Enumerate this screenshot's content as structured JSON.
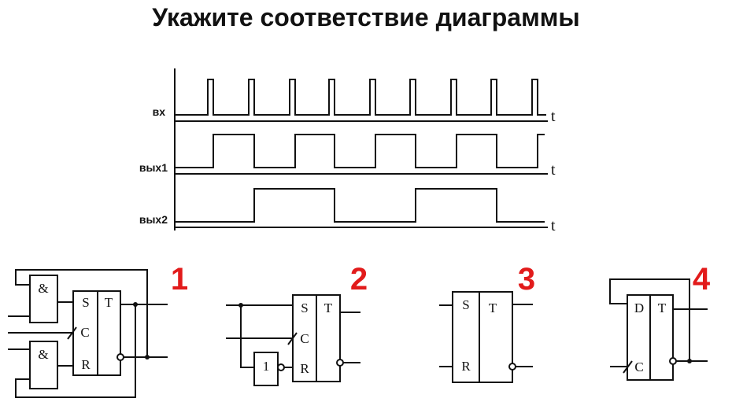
{
  "title": "Укажите соответствие диаграммы",
  "timing": {
    "signals": [
      "вх",
      "вых1",
      "вых2"
    ],
    "time_label": "t"
  },
  "circuits": [
    {
      "number": "1",
      "and_gate": "&",
      "pins": {
        "s": "S",
        "c": "C",
        "r": "R",
        "t": "T"
      }
    },
    {
      "number": "2",
      "not_gate": "1",
      "pins": {
        "s": "S",
        "c": "C",
        "r": "R",
        "t": "T"
      }
    },
    {
      "number": "3",
      "pins": {
        "s": "S",
        "r": "R",
        "t": "T"
      }
    },
    {
      "number": "4",
      "pins": {
        "d": "D",
        "c": "C",
        "t": "T"
      }
    }
  ]
}
